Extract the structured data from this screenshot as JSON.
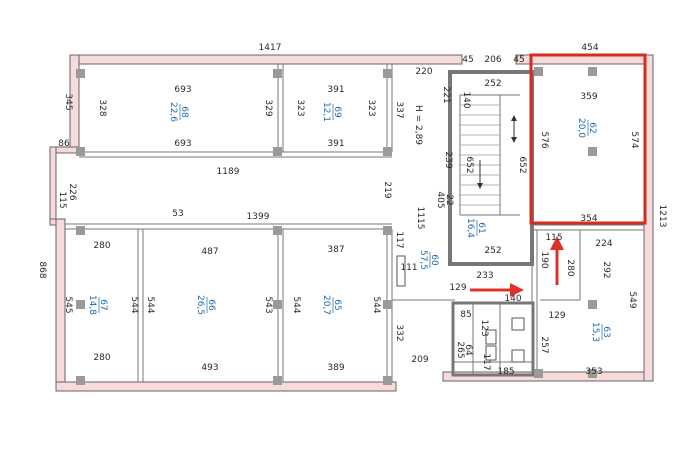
{
  "plan": {
    "dimensions": {
      "top_overall": "1417",
      "top_left_vertical": "345",
      "r1_top": "693",
      "r1_bottom": "693",
      "r1_left": "328",
      "r1_right": "329",
      "r2_top": "391",
      "r2_bottom": "391",
      "r2_left": "323",
      "r2_right": "323",
      "corr_vertical": "337",
      "height_note": "H = 2,89",
      "upper_220": "220",
      "stair_221": "221",
      "stair_140": "140",
      "stair_252_top": "252",
      "stair_206": "206",
      "top_45_a": "45",
      "top_45_b": "45",
      "stair_652_left": "652",
      "stair_652_right": "652",
      "stair_239": "239",
      "stair_405": "405",
      "stair_22": "22",
      "stair_252_bottom": "252",
      "left_86": "86",
      "mid_1189": "1189",
      "left_226": "226",
      "left_115": "115",
      "mid_219": "219",
      "mid_53": "53",
      "mid_1399": "1399",
      "mid_1115": "1115",
      "mid_117": "117",
      "mid_111": "111",
      "left_868": "868",
      "r67_top": "280",
      "r67_bottom": "280",
      "r67_left": "545",
      "r67_right": "544",
      "r66_top": "487",
      "r66_bottom": "493",
      "r66_left": "544",
      "r66_right": "543",
      "r65_top": "387",
      "r65_bottom": "389",
      "r65_left": "544",
      "r65_right": "544",
      "r65_332": "332",
      "mid_209": "209",
      "hall_233": "233",
      "hall_129_left": "129",
      "hall_140": "140",
      "hall_115": "115",
      "hall_190": "190",
      "hall_280": "280",
      "wc_85": "85",
      "wc_123": "123",
      "wc_265": "265",
      "wc_64": "64",
      "wc_117": "117",
      "wc_185": "185",
      "wc_257": "257",
      "r63_129": "129",
      "r63_224": "224",
      "r63_292": "292",
      "r63_549": "549",
      "r63_353": "353",
      "r62_top_outer": "454",
      "r62_top": "359",
      "r62_bottom": "354",
      "r62_left": "576",
      "r62_right": "574",
      "right_1213": "1213"
    },
    "rooms": [
      {
        "id": "68",
        "area": "22,6"
      },
      {
        "id": "69",
        "area": "12,1"
      },
      {
        "id": "62",
        "area": "20,0"
      },
      {
        "id": "61",
        "area": "16,4"
      },
      {
        "id": "60",
        "area": "57,5"
      },
      {
        "id": "67",
        "area": "14,8"
      },
      {
        "id": "66",
        "area": "26,5"
      },
      {
        "id": "65",
        "area": "20,7"
      },
      {
        "id": "63",
        "area": "15,3"
      }
    ],
    "colors": {
      "wall_fill": "#f7dada",
      "wall_stroke": "#666666",
      "room_text": "#1a6bb0",
      "highlight": "#d62b1f",
      "arrow": "#e0302a"
    }
  }
}
